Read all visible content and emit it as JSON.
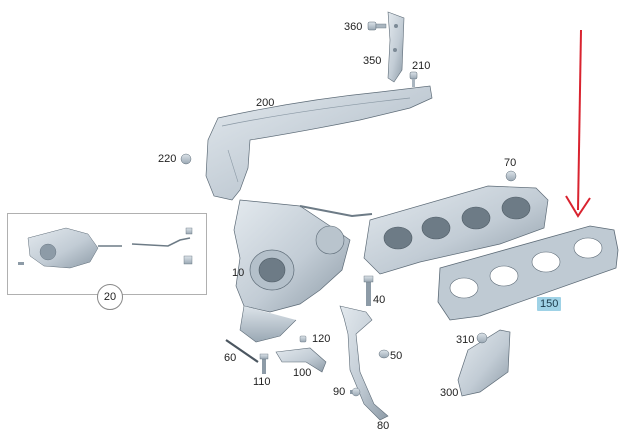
{
  "callouts": {
    "c10": "10",
    "c20": "20",
    "c40": "40",
    "c50": "50",
    "c60": "60",
    "c70": "70",
    "c80": "80",
    "c90": "90",
    "c100": "100",
    "c110": "110",
    "c120": "120",
    "c150": "150",
    "c200": "200",
    "c210": "210",
    "c220": "220",
    "c300": "300",
    "c310": "310",
    "c350": "350",
    "c360": "360"
  },
  "colors": {
    "part_fill": "#c9d3dc",
    "part_shade": "#9eacb8",
    "part_stroke": "#5d6b77",
    "highlight": "#9fd2e6",
    "arrow": "#d9232f"
  }
}
